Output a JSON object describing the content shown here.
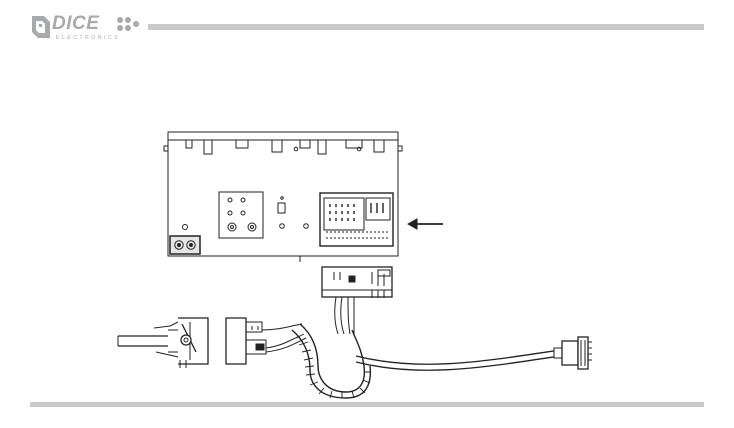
{
  "brand": {
    "name": "DICE",
    "tagline": "ELECTRONICS",
    "logo_color": "#a7a9ac",
    "rule_color": "#c8c9cb"
  },
  "diagram": {
    "icons": [
      "head-unit-rear-panel",
      "factory-harness-connector",
      "installation-arrow",
      "adapter-cable",
      "aux-connector"
    ]
  }
}
